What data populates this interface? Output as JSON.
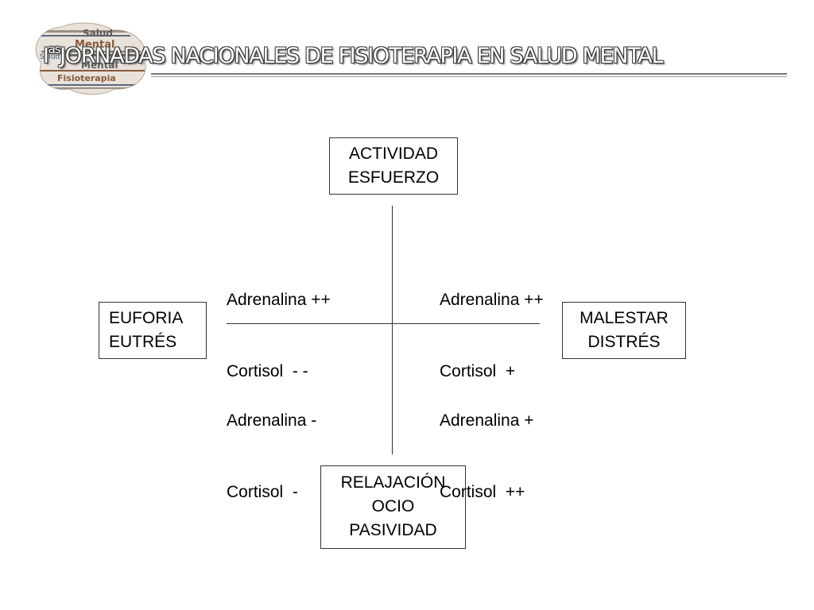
{
  "header": {
    "title_prefix": "I",
    "title_sup": "as",
    "title_main": "JORNADAS NACIONALES DE FISIOTERAPIA EN SALUD MENTAL",
    "logo_words": [
      "Salud",
      "Mental",
      "Salud",
      "Fisioterapia",
      "Mental",
      "Fisioterapia"
    ]
  },
  "diagram": {
    "top_box": [
      "ACTIVIDAD",
      "ESFUERZO"
    ],
    "left_box": [
      "EUFORIA",
      "EUTRÉS"
    ],
    "right_box": [
      "MALESTAR",
      "DISTRÉS"
    ],
    "bottom_box": [
      "RELAJACIÓN",
      "OCIO",
      "PASIVIDAD"
    ],
    "quadrants": {
      "top_left": [
        "Adrenalina ++",
        "Cortisol  - -"
      ],
      "top_right": [
        "Adrenalina ++",
        "Cortisol  +"
      ],
      "bottom_left": [
        "Adrenalina -",
        "Cortisol  -"
      ],
      "bottom_right": [
        "Adrenalina +",
        "Cortisol  ++"
      ]
    }
  },
  "colors": {
    "logo_brown": "#8a5a3a",
    "logo_blue": "#3a5a8a",
    "logo_gray": "#7a7a7a",
    "rule": "#777777"
  }
}
